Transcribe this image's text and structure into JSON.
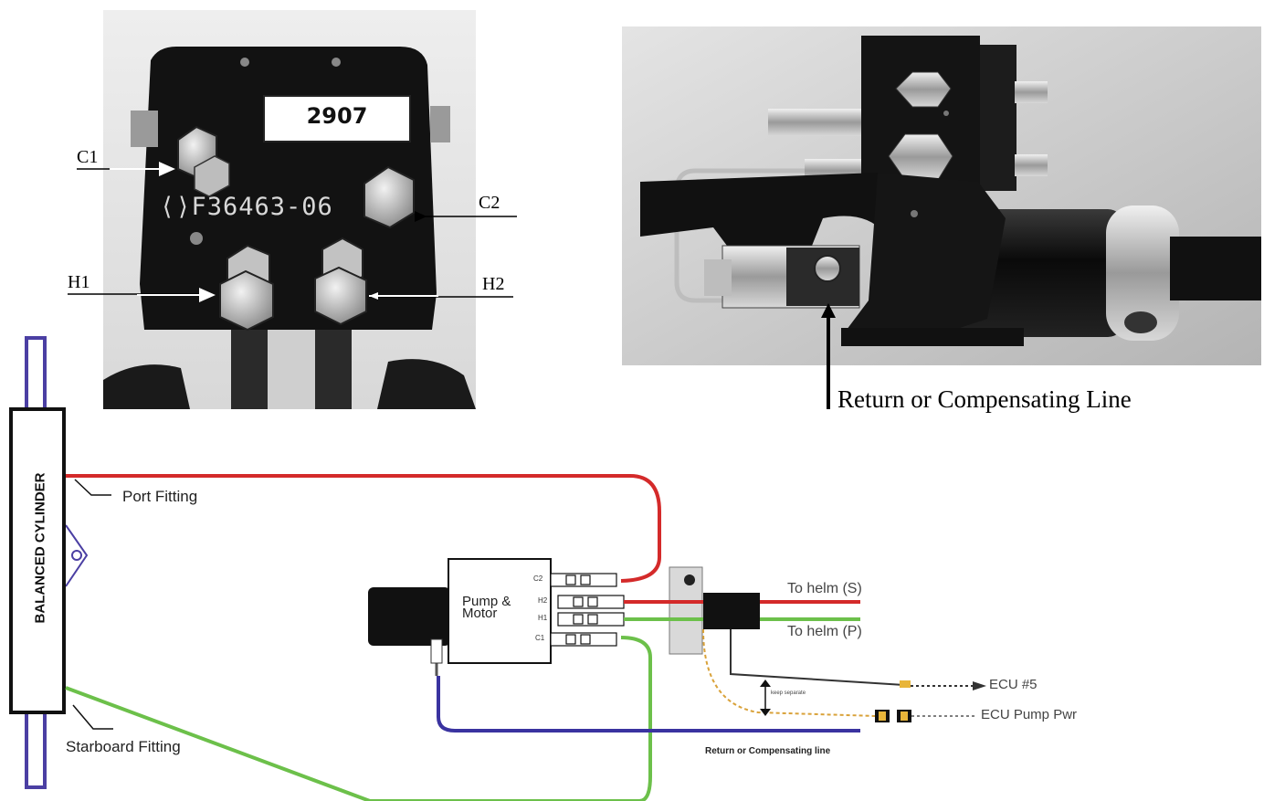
{
  "photo1": {
    "plate_number": "2907",
    "part_number": "⟨⟩F36463-06",
    "labels": {
      "c1": "C1",
      "c2": "C2",
      "h1": "H1",
      "h2": "H2"
    }
  },
  "photo2": {
    "caption": "Return or Compensating Line"
  },
  "diagram": {
    "cylinder_label": "BALANCED CYLINDER",
    "port_fitting": "Port Fitting",
    "starboard_fitting": "Starboard Fitting",
    "pump_label": "Pump &\nMotor",
    "ports": {
      "c2": "C2",
      "h2": "H2",
      "h1": "H1",
      "c1": "C1"
    },
    "to_helm_s": "To helm (S)",
    "to_helm_p": "To helm (P)",
    "keep_separate": "keep separate",
    "ecu5": "ECU #5",
    "ecu_pump_pwr": "ECU Pump Pwr",
    "return_line": "Return or Compensating line",
    "colors": {
      "red": "#d42a2a",
      "green": "#6cc04a",
      "blue": "#3a33a0",
      "purple": "#4b3fa3",
      "orange": "#d9a23a"
    }
  }
}
